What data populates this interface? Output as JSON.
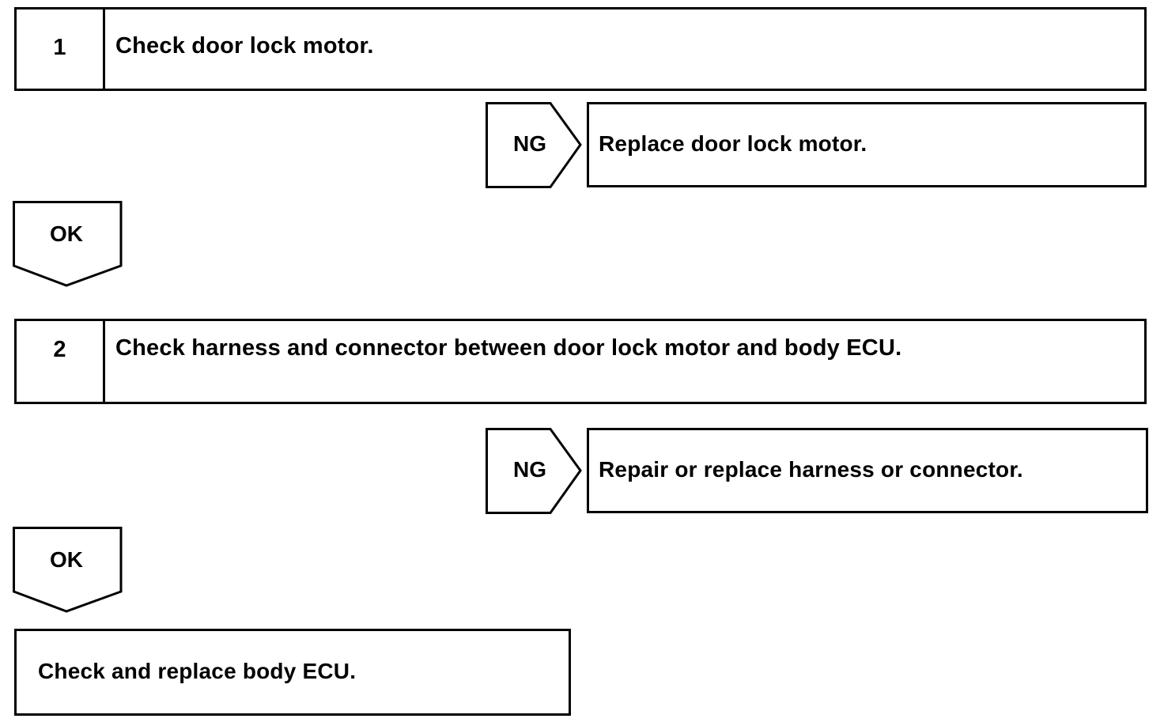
{
  "steps": [
    {
      "number": "1",
      "text": "Check door lock motor."
    },
    {
      "number": "2",
      "text": "Check harness and connector between door lock motor and body ECU."
    }
  ],
  "ng_results": [
    {
      "label": "NG",
      "text": "Replace door lock motor."
    },
    {
      "label": "NG",
      "text": "Repair or replace harness or connector."
    }
  ],
  "ok_arrows": [
    {
      "label": "OK"
    },
    {
      "label": "OK"
    }
  ],
  "final": {
    "text": "Check and replace body ECU."
  }
}
